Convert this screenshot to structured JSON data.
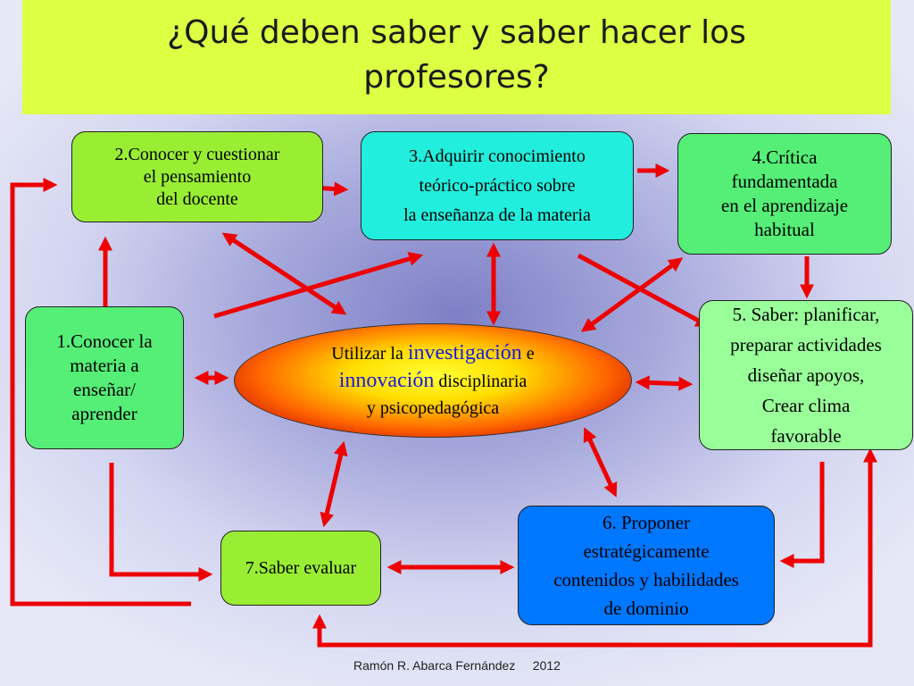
{
  "title": "¿Qué deben saber y saber hacer los\nprofesores?",
  "nodes": {
    "n1": "1.Conocer la\nmateria a\nenseñar/\naprender",
    "n2": "2.Conocer y cuestionar\nel pensamiento\ndel docente",
    "n3": "3.Adquirir conocimiento\nteórico-práctico sobre\nla enseñanza de la materia",
    "n4": "4.Crítica\nfundamentada\nen el aprendizaje\nhabitual",
    "n5": "5. Saber: planificar,\npreparar actividades\ndiseñar apoyos,\nCrear clima\nfavorable",
    "n6": "6. Proponer\nestratégicamente\ncontenidos y habilidades\nde dominio",
    "n7": "7.Saber evaluar"
  },
  "center": {
    "part1": "Utilizar la ",
    "highlight1": "investigación",
    "part2": " e",
    "highlight2": "innovación",
    "part3": " disciplinaria",
    "line3": "y psicopedagógica"
  },
  "footer": "Ramón R. Abarca Fernández     2012",
  "colors": {
    "arrow": "#ee0000",
    "title_bg": "#ddff44",
    "highlight_text": "#1a1ae6"
  }
}
